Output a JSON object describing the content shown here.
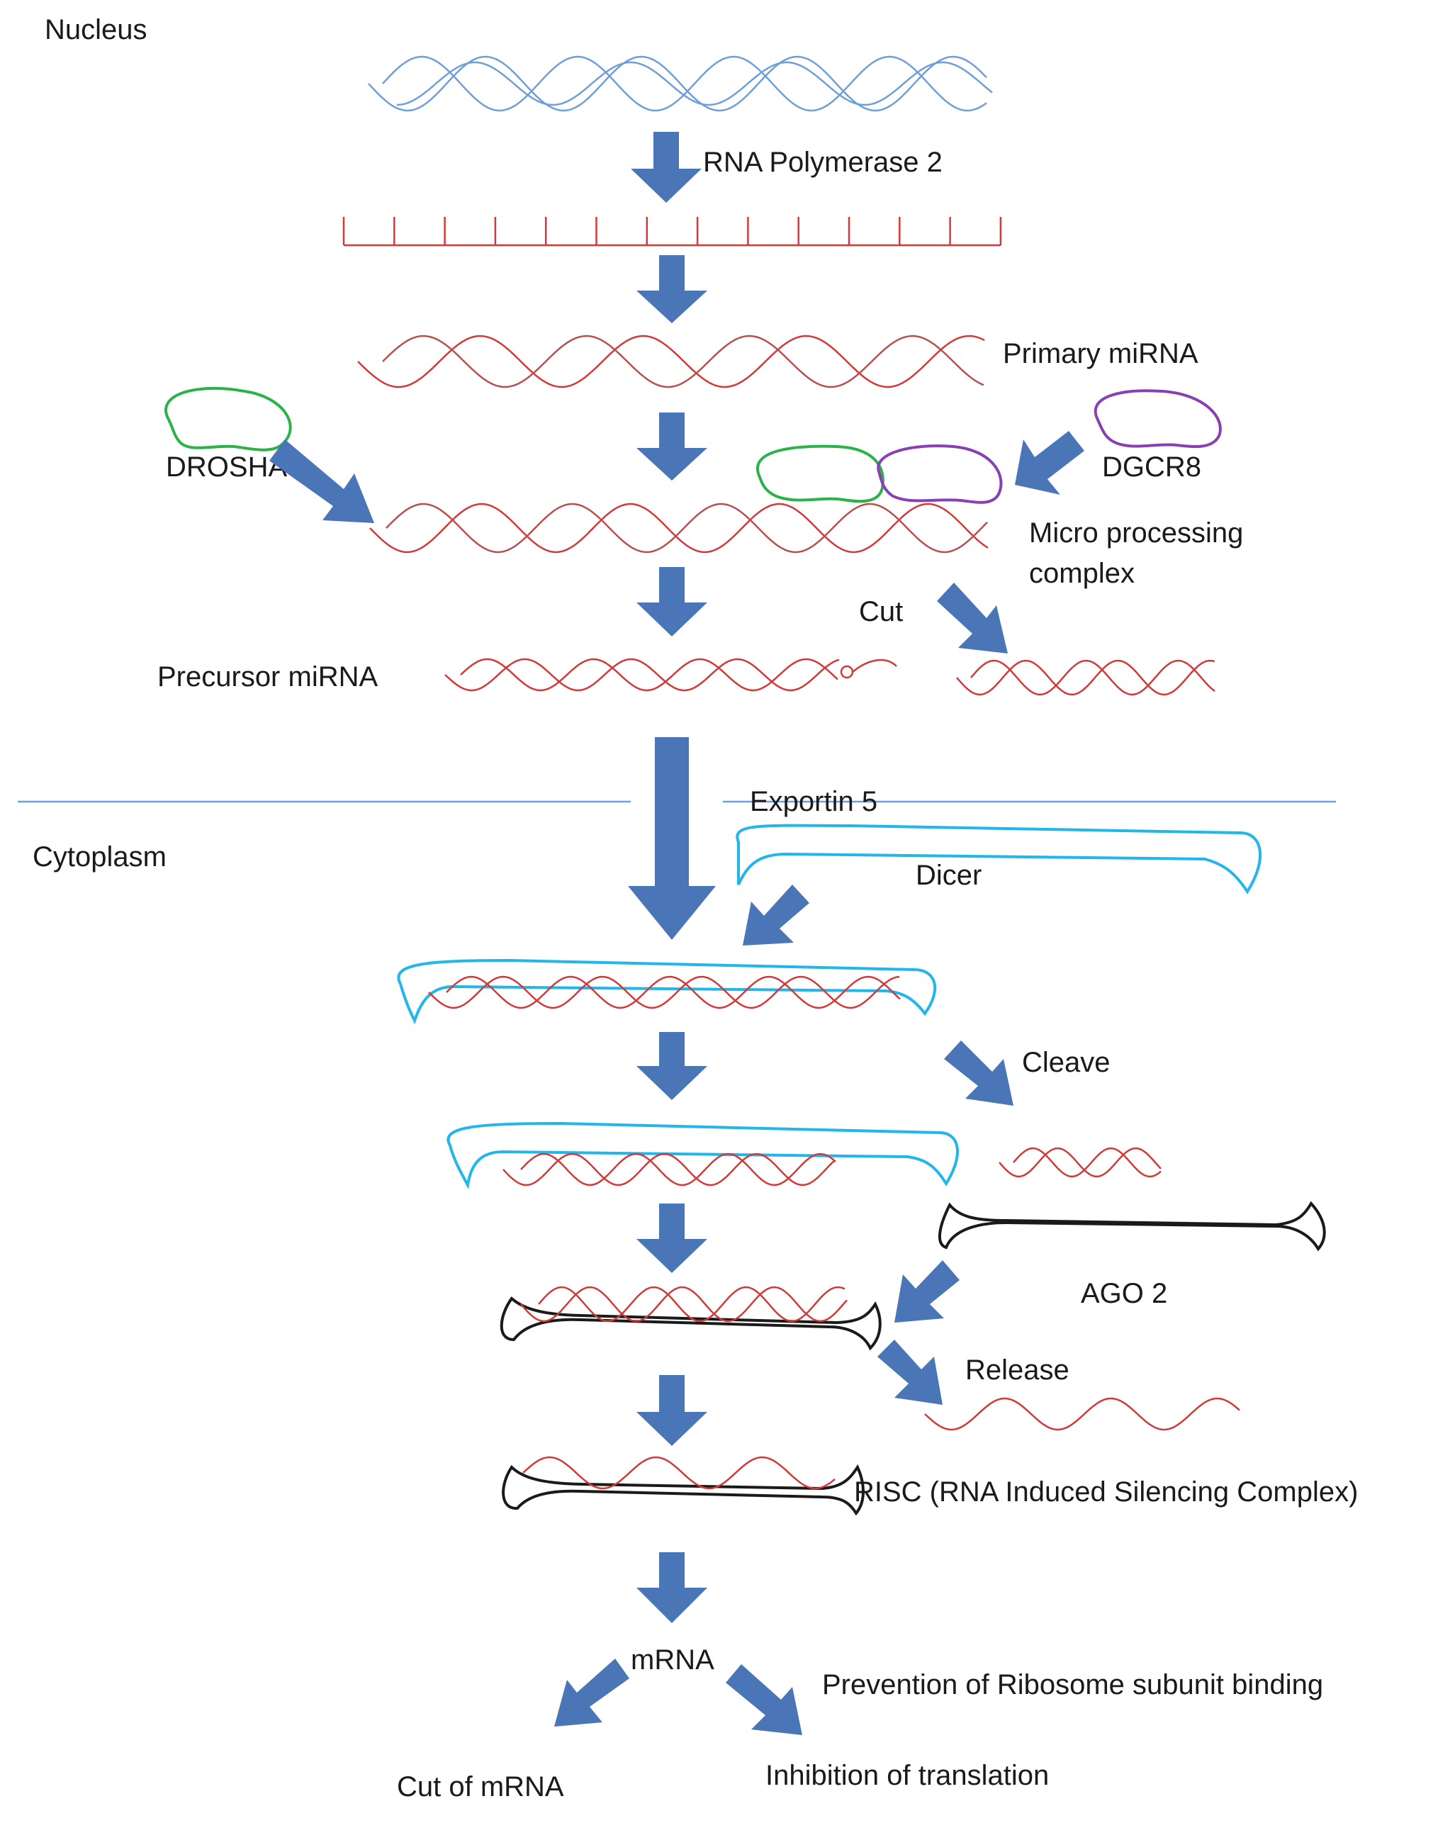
{
  "compartments": {
    "nucleus": "Nucleus",
    "cytoplasm": "Cytoplasm"
  },
  "labels": {
    "rna_polymerase": "RNA Polymerase 2",
    "primary_mirna": "Primary miRNA",
    "drosha": "DROSHA",
    "dgcr8": "DGCR8",
    "micro_processing_1": "Micro processing",
    "micro_processing_2": "complex",
    "cut": "Cut",
    "precursor_mirna": "Precursor miRNA",
    "exportin": "Exportin 5",
    "dicer": "Dicer",
    "cleave": "Cleave",
    "ago2": "AGO 2",
    "release": "Release",
    "risc": "RISC (RNA Induced Silencing Complex)",
    "mrna": "mRNA",
    "prevention": "Prevention of Ribosome subunit binding",
    "cut_mrna": "Cut of mRNA",
    "inhibition": "Inhibition of translation"
  },
  "colors": {
    "dna": "#6f9fd8",
    "rna": "#d23a3a",
    "arrow": "#4a76b8",
    "drosha": "#2bb34a",
    "dgcr8": "#8a3fb5",
    "dicer": "#22b6ea",
    "ago": "#1a1a1a",
    "membrane": "#6f9fd8"
  }
}
